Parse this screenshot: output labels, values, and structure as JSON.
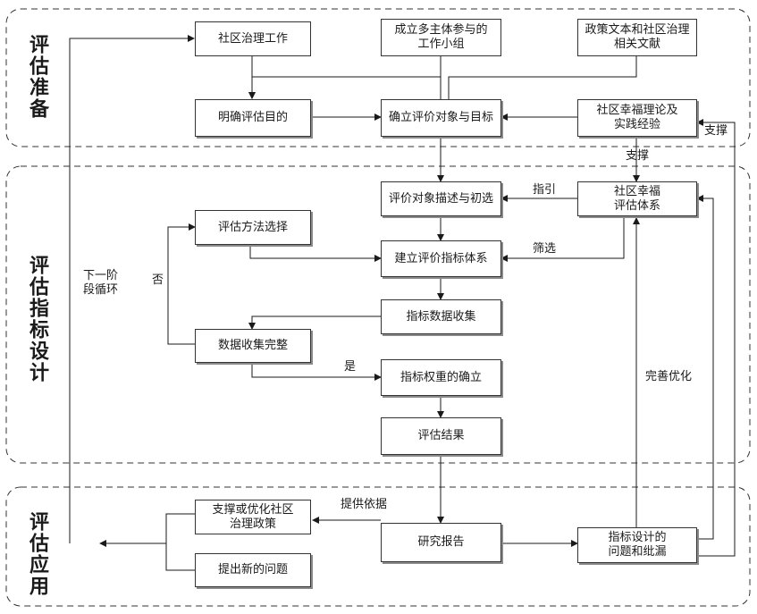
{
  "sections": {
    "prep": "评估准备",
    "design": "评估指标设计",
    "apply": "评估应用"
  },
  "boxes": {
    "community_work": "社区治理工作",
    "working_group": "成立多主体参与的\n工作小组",
    "policy_docs": "政策文本和社区治理\n相关文献",
    "clarify_goal": "明确评估目的",
    "establish_target": "确立评价对象与目标",
    "happiness_theory": "社区幸福理论及\n实践经验",
    "describe_screen": "评价对象描述与初选",
    "happiness_system": "社区幸福\n评估体系",
    "method_select": "评估方法选择",
    "build_index": "建立评价指标体系",
    "data_collect": "指标数据收集",
    "data_complete": "数据收集完整",
    "weight": "指标权重的确立",
    "result": "评估结果",
    "support_policy": "支撑或优化社区\n治理政策",
    "report": "研究报告",
    "problems": "指标设计的\n问题和纰漏",
    "new_question": "提出新的问题"
  },
  "labels": {
    "support_right": "支撑",
    "support_mid": "支撑",
    "guide": "指引",
    "filter": "筛选",
    "no": "否",
    "yes": "是",
    "next_cycle": "下一阶\n段循环",
    "improve": "完善优化",
    "basis": "提供依据"
  }
}
